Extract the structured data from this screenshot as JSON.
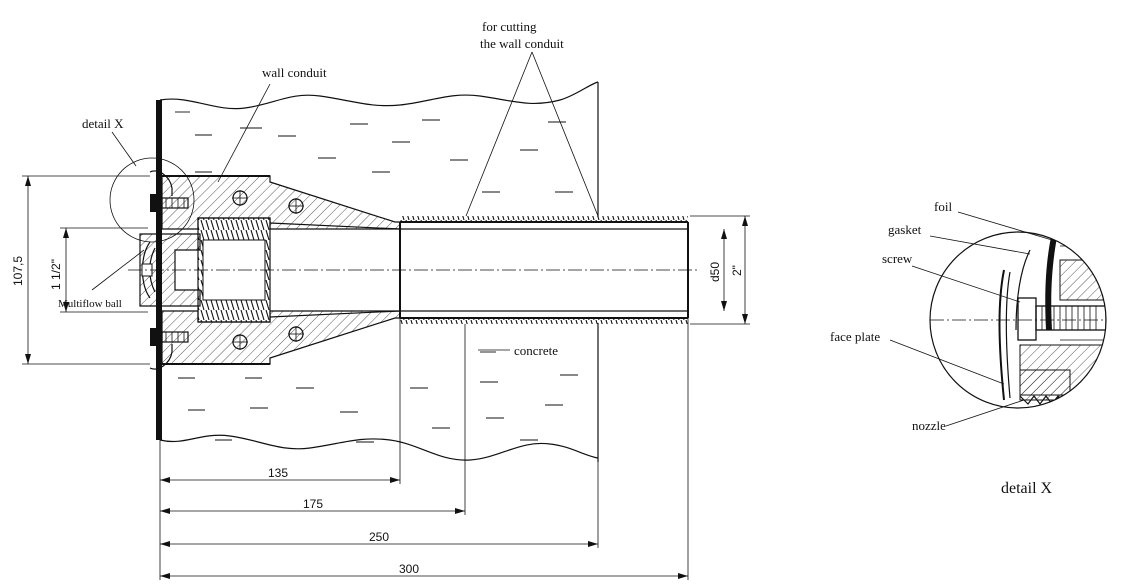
{
  "labels": {
    "for_cutting": "for cutting",
    "wall_conduit_cut": "the wall conduit",
    "wall_conduit": "wall conduit",
    "detail_x_callout": "detail X",
    "multiflow_ball": "Multiflow ball",
    "concrete": "concrete",
    "foil": "foil",
    "gasket": "gasket",
    "screw": "screw",
    "face_plate": "face plate",
    "nozzle": "nozzle",
    "detail_x_title": "detail X"
  },
  "dimensions": {
    "d135": "135",
    "d175": "175",
    "d250": "250",
    "d300": "300",
    "d107_5": "107,5",
    "d1_5in": "1 1/2\"",
    "d50": "d50",
    "d2in": "2\""
  }
}
